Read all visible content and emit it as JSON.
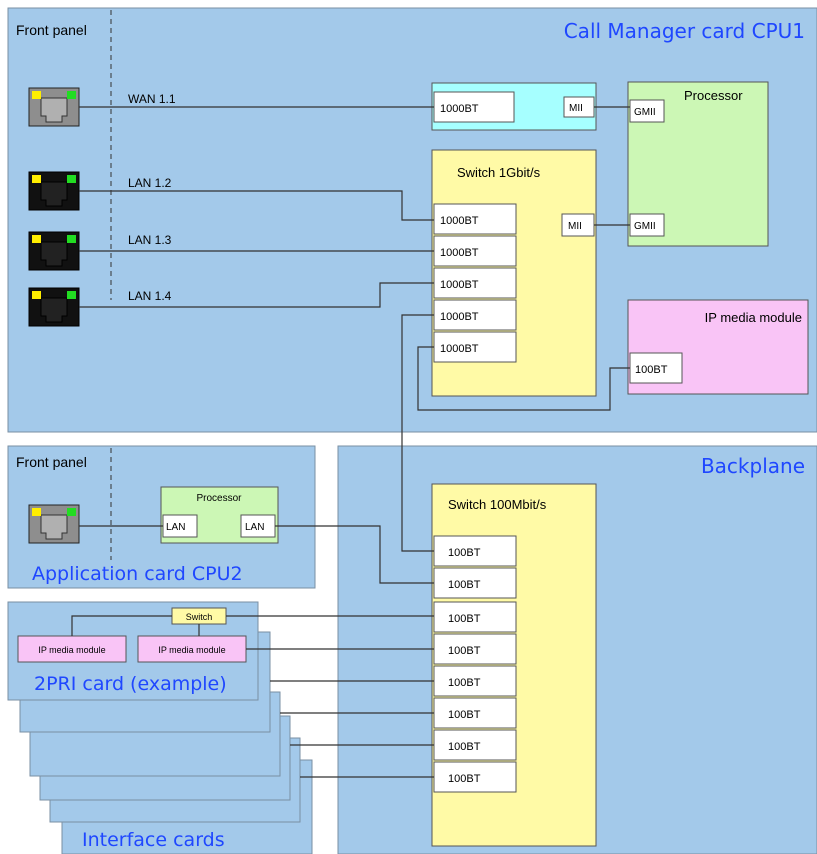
{
  "colors": {
    "panel": "#a3c9ea",
    "panel_border": "#7a8fa3",
    "switch": "#fffaa6",
    "processor": "#ccf7b5",
    "media": "#f9c4f6",
    "wan_box": "#a6ffff",
    "title_blue": "#1f47ff",
    "wire": "#333333",
    "led_yellow": "#ffee00",
    "led_green": "#22dd22"
  },
  "cpu1": {
    "front_panel": "Front panel",
    "title": "Call Manager card CPU1",
    "ports": [
      "WAN 1.1",
      "LAN 1.2",
      "LAN 1.3",
      "LAN 1.4"
    ],
    "wan_port_label": "1000BT",
    "wan_mii": "MII",
    "switch_title": "Switch 1Gbit/s",
    "switch_ports": [
      "1000BT",
      "1000BT",
      "1000BT",
      "1000BT",
      "1000BT"
    ],
    "switch_mii": "MII",
    "processor_title": "Processor",
    "gmii_1": "GMII",
    "gmii_2": "GMII",
    "media_title": "IP media module",
    "media_port": "100BT"
  },
  "cpu2": {
    "front_panel": "Front panel",
    "processor_title": "Processor",
    "lan_a": "LAN",
    "lan_b": "LAN",
    "title": "Application card CPU2"
  },
  "backplane": {
    "title": "Backplane",
    "switch_title": "Switch 100Mbit/s",
    "ports": [
      "100BT",
      "100BT",
      "100BT",
      "100BT",
      "100BT",
      "100BT",
      "100BT",
      "100BT"
    ]
  },
  "pri_card": {
    "switch_label": "Switch",
    "media_1": "IP media module",
    "media_2": "IP media module",
    "title": "2PRI card (example)"
  },
  "interface_cards": {
    "title": "Interface cards"
  }
}
